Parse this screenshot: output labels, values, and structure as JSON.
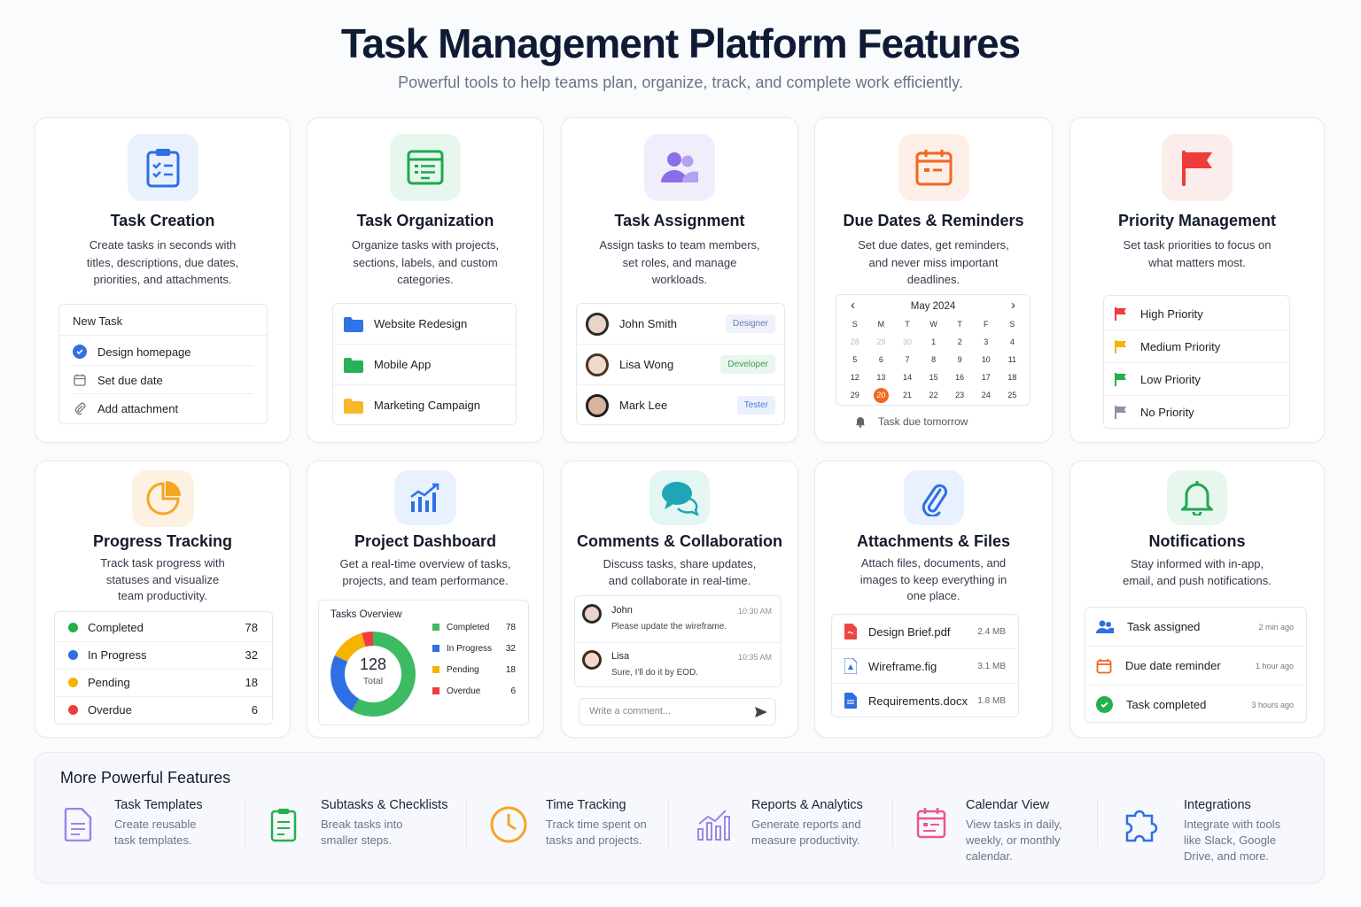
{
  "header": {
    "title": "Task Management Platform Features",
    "subtitle": "Powerful tools to help teams plan, organize, track, and complete work efficiently."
  },
  "task_creation": {
    "title": "Task Creation",
    "desc1": "Create tasks in seconds with",
    "desc2": "titles, descriptions, due dates,",
    "desc3": "priorities, and attachments.",
    "panel_title": "New Task",
    "items": [
      "Design homepage",
      "Set due date",
      "Add attachment"
    ]
  },
  "task_org": {
    "title": "Task Organization",
    "desc1": "Organize tasks with projects,",
    "desc2": "sections, labels, and custom",
    "desc3": "categories.",
    "folders": [
      "Website Redesign",
      "Mobile App",
      "Marketing Campaign"
    ]
  },
  "task_assign": {
    "title": "Task Assignment",
    "desc1": "Assign tasks to team members,",
    "desc2": "set roles, and manage",
    "desc3": "workloads.",
    "people": [
      {
        "name": "John Smith",
        "role": "Designer"
      },
      {
        "name": "Lisa Wong",
        "role": "Developer"
      },
      {
        "name": "Mark Lee",
        "role": "Tester"
      }
    ]
  },
  "due": {
    "title": "Due Dates & Reminders",
    "desc1": "Set due dates, get reminders,",
    "desc2": "and never miss important",
    "desc3": "deadlines.",
    "month": "May 2024",
    "prev": "‹",
    "next": "›",
    "weekdays": [
      "S",
      "M",
      "T",
      "W",
      "T",
      "F",
      "S"
    ],
    "weeks": [
      [
        "28",
        "29",
        "30",
        "1",
        "2",
        "3",
        "4"
      ],
      [
        "5",
        "6",
        "7",
        "8",
        "9",
        "10",
        "11"
      ],
      [
        "12",
        "13",
        "14",
        "15",
        "16",
        "17",
        "18"
      ],
      [
        "29",
        "20",
        "21",
        "22",
        "23",
        "24",
        "25"
      ]
    ],
    "reminder": "Task due tomorrow"
  },
  "priority": {
    "title": "Priority Management",
    "desc1": "Set task priorities to focus on",
    "desc2": "what matters most.",
    "levels": [
      "High Priority",
      "Medium Priority",
      "Low Priority",
      "No Priority"
    ],
    "colors": [
      "#ef3b3b",
      "#f5b400",
      "#22b14c",
      "#8a93a3"
    ]
  },
  "progress": {
    "title": "Progress Tracking",
    "desc1": "Track task progress with",
    "desc2": "statuses and visualize",
    "desc3": "team productivity.",
    "rows": [
      {
        "label": "Completed",
        "value": "78"
      },
      {
        "label": "In Progress",
        "value": "32"
      },
      {
        "label": "Pending",
        "value": "18"
      },
      {
        "label": "Overdue",
        "value": "6"
      }
    ]
  },
  "dashboard": {
    "title": "Project Dashboard",
    "desc1": "Get a real-time overview of tasks,",
    "desc2": "projects, and team performance.",
    "panel_title": "Tasks Overview",
    "total": "128",
    "total_label": "Total",
    "legend": [
      {
        "label": "Completed",
        "value": "78"
      },
      {
        "label": "In Progress",
        "value": "32"
      },
      {
        "label": "Pending",
        "value": "18"
      },
      {
        "label": "Overdue",
        "value": "6"
      }
    ]
  },
  "comments": {
    "title": "Comments & Collaboration",
    "desc1": "Discuss tasks, share updates,",
    "desc2": "and collaborate in real-time.",
    "msgs": [
      {
        "name": "John",
        "time": "10:30 AM",
        "text": "Please update the wireframe."
      },
      {
        "name": "Lisa",
        "time": "10:35 AM",
        "text": "Sure, I'll do it by EOD."
      }
    ],
    "placeholder": "Write a comment..."
  },
  "attach": {
    "title": "Attachments & Files",
    "desc1": "Attach files, documents, and",
    "desc2": "images to keep everything in",
    "desc3": "one place.",
    "files": [
      {
        "name": "Design Brief.pdf",
        "size": "2.4 MB"
      },
      {
        "name": "Wireframe.fig",
        "size": "3.1 MB"
      },
      {
        "name": "Requirements.docx",
        "size": "1.8 MB"
      }
    ]
  },
  "notif": {
    "title": "Notifications",
    "desc1": "Stay informed with in-app,",
    "desc2": "email, and push notifications.",
    "items": [
      {
        "text": "Task assigned",
        "time": "2 min ago"
      },
      {
        "text": "Due date reminder",
        "time": "1 hour ago"
      },
      {
        "text": "Task completed",
        "time": "3 hours ago"
      }
    ]
  },
  "more": {
    "title": "More Powerful Features",
    "items": [
      {
        "title": "Task Templates",
        "d1": "Create reusable",
        "d2": "task templates.",
        "d3": ""
      },
      {
        "title": "Subtasks & Checklists",
        "d1": "Break tasks into",
        "d2": "smaller steps.",
        "d3": ""
      },
      {
        "title": "Time Tracking",
        "d1": "Track time spent on",
        "d2": "tasks and projects.",
        "d3": ""
      },
      {
        "title": "Reports & Analytics",
        "d1": "Generate reports and",
        "d2": "measure productivity.",
        "d3": ""
      },
      {
        "title": "Calendar View",
        "d1": "View tasks in daily,",
        "d2": "weekly, or monthly",
        "d3": "calendar."
      },
      {
        "title": "Integrations",
        "d1": "Integrate with tools",
        "d2": "like Slack, Google",
        "d3": "Drive, and more."
      }
    ]
  }
}
